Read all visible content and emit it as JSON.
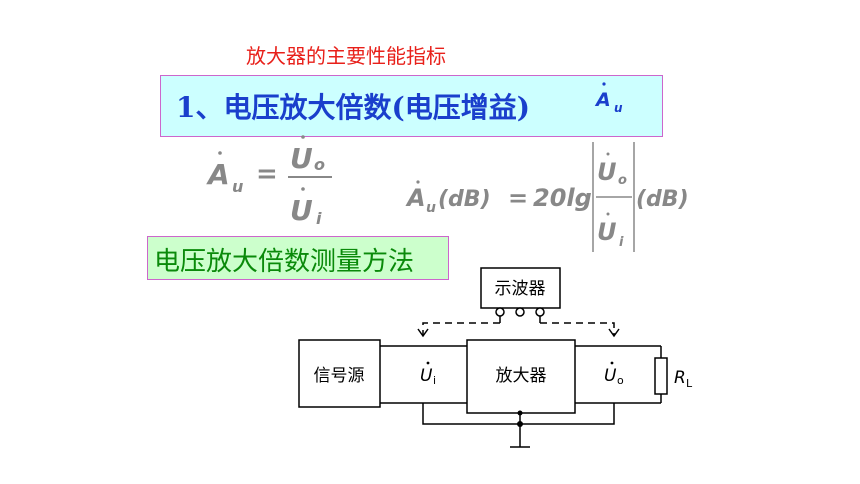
{
  "subtitle": "放大器的主要性能指标",
  "section": {
    "title": "1、电压放大倍数(电压增益)",
    "symbol": "A",
    "symbol_sub": "u"
  },
  "formula1": {
    "lhs": "A",
    "lhs_sub": "u",
    "equals": "=",
    "num": "U",
    "num_sub": "o",
    "den": "U",
    "den_sub": "i"
  },
  "formula2": {
    "lhs": "A",
    "lhs_sub": "u",
    "unit1": "(dB)",
    "equals": "=",
    "coef": "20lg",
    "num": "U",
    "num_sub": "o",
    "den": "U",
    "den_sub": "i",
    "unit2": "(dB)"
  },
  "method": {
    "title": "电压放大倍数测量方法"
  },
  "circuit": {
    "oscilloscope": "示波器",
    "signal_source": "信号源",
    "amplifier": "放大器",
    "ui": "U",
    "ui_sub": "i",
    "uo": "U",
    "uo_sub": "o",
    "rl": "R",
    "rl_sub": "L"
  }
}
